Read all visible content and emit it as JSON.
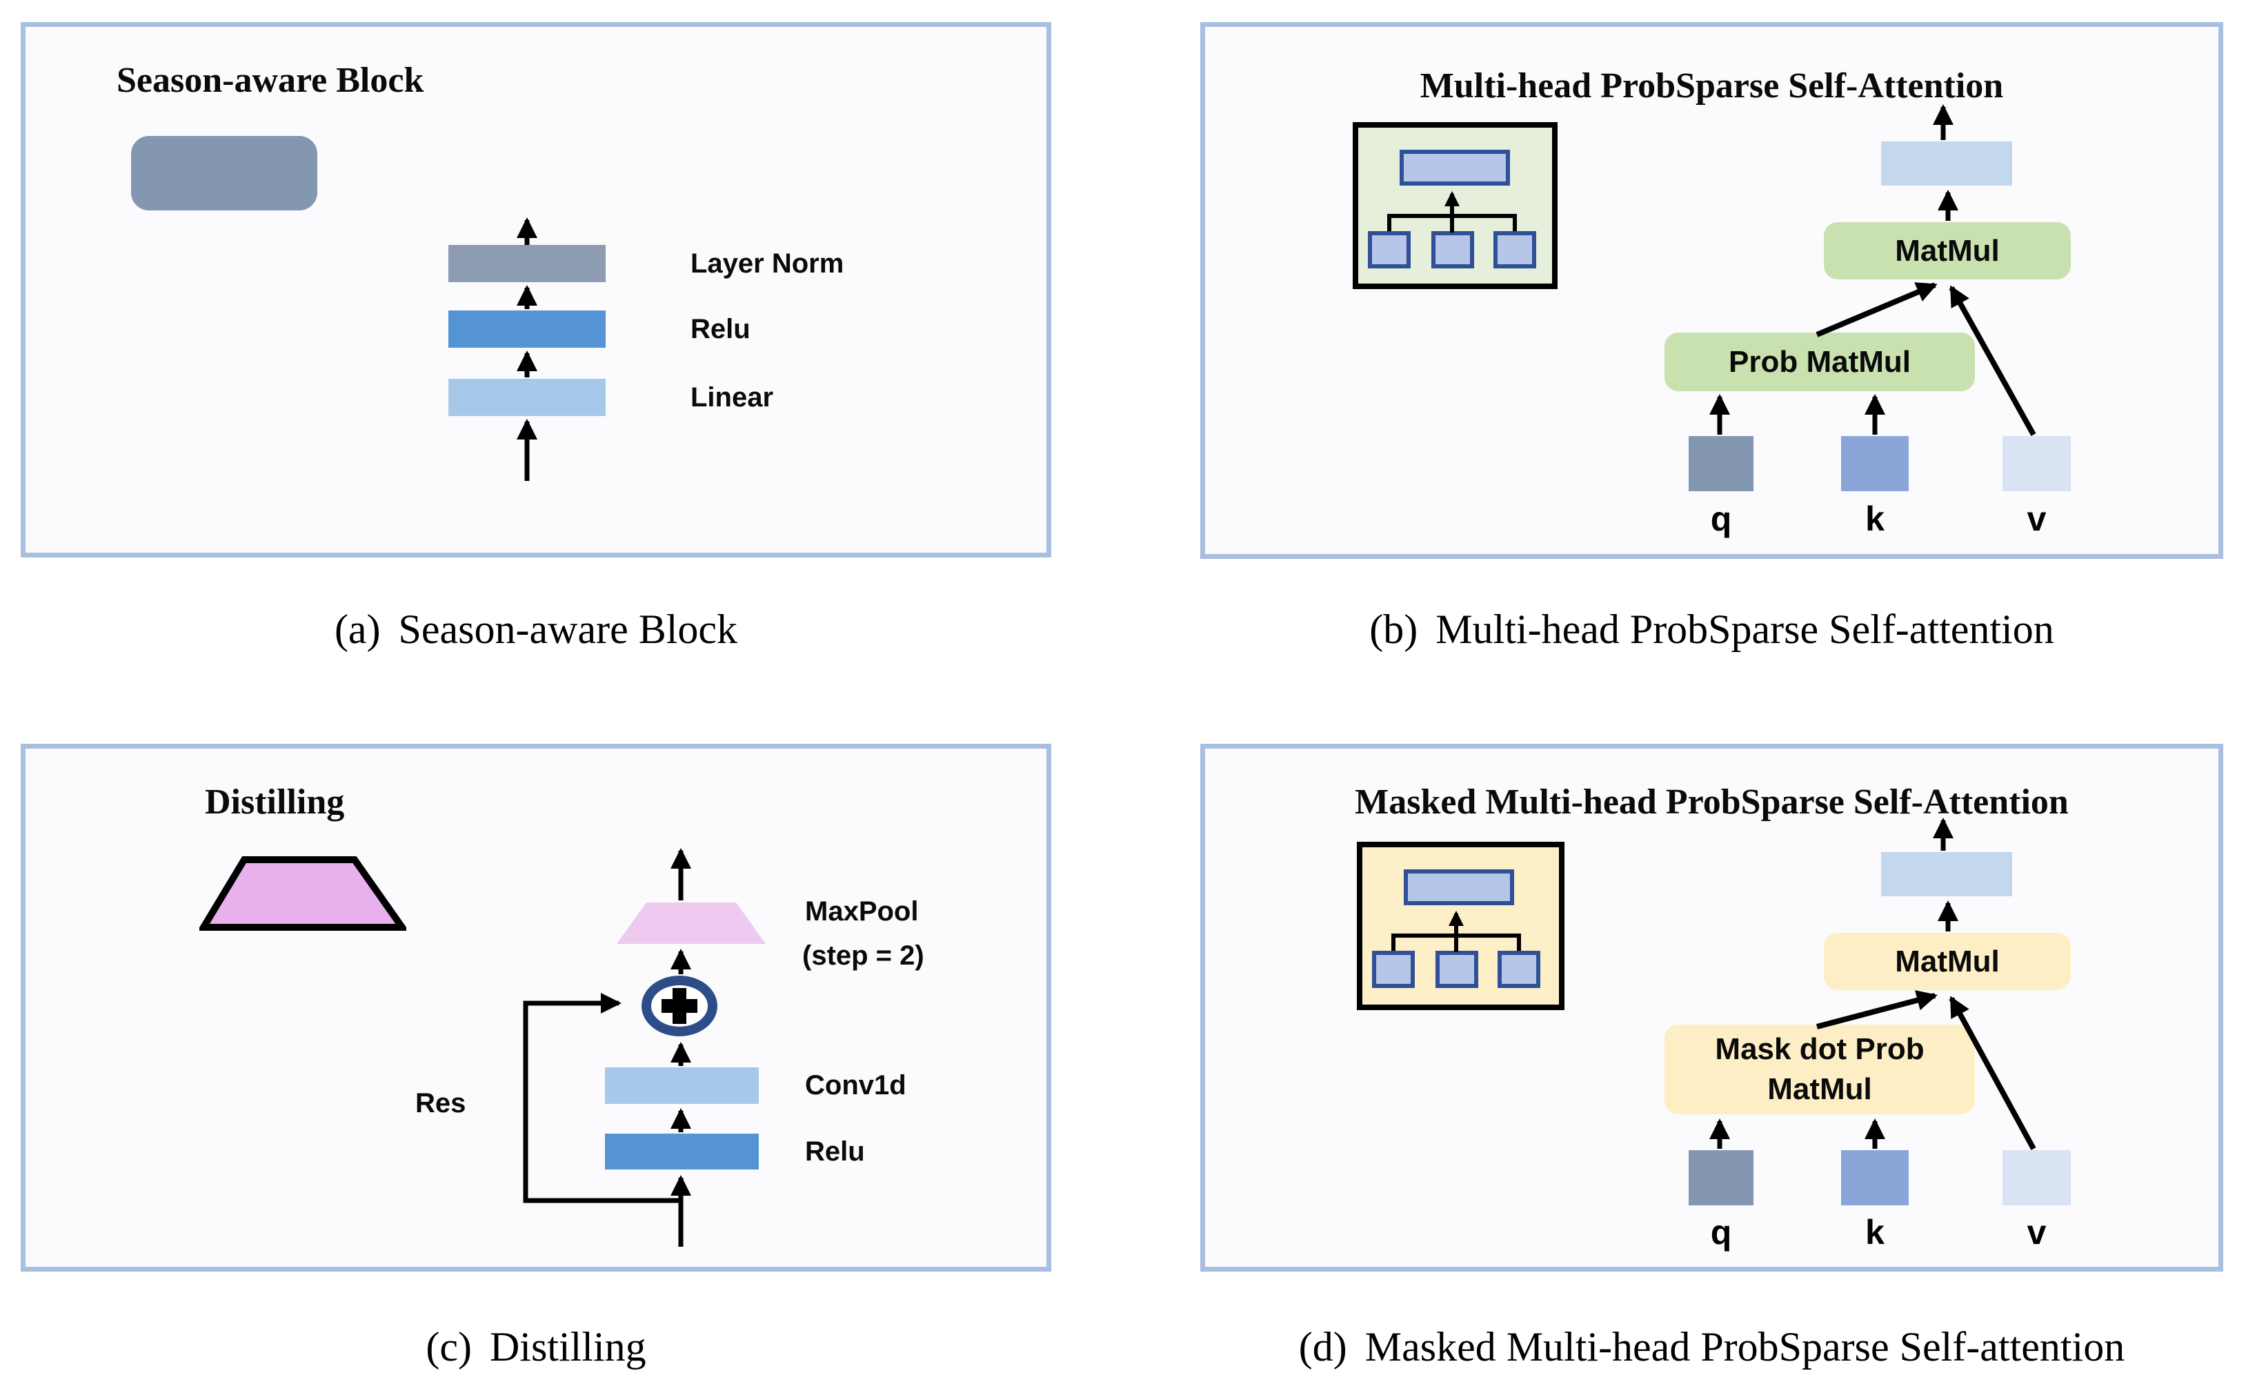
{
  "colors": {
    "panel_border": "#a9bfe0",
    "panel_bg": "#fbfbfd",
    "slate": "#8497b0",
    "layer_norm_gray": "#8d9cb0",
    "relu_blue": "#5494d4",
    "light_blue": "#a7c9e9",
    "output_blue": "#c3d7ed",
    "green_box": "#c9e1af",
    "green_icon_bg": "#e5efdb",
    "yellow_box": "#fdeec5",
    "yellow_icon_bg": "#fdf0c9",
    "head_fill": "#b6c6e9",
    "head_border": "#2f4f96",
    "k_blue": "#8ba5d9",
    "v_pale": "#dae3f4",
    "plum": "#e8b0ec",
    "plum_light": "#eec9f0",
    "ring_navy": "#2e4d87",
    "arrow_black": "#000000"
  },
  "captions": {
    "a_prefix": "(a)",
    "a_text": "Season-aware Block",
    "b_prefix": "(b)",
    "b_text": "Multi-head ProbSparse Self-attention",
    "c_prefix": "(c)",
    "c_text": "Distilling",
    "d_prefix": "(d)",
    "d_text": "Masked Multi-head ProbSparse Self-attention"
  },
  "panel_a": {
    "title": "Season-aware Block",
    "layer_norm": "Layer Norm",
    "relu": "Relu",
    "linear": "Linear"
  },
  "panel_b": {
    "title": "Multi-head ProbSparse Self-Attention",
    "matmul": "MatMul",
    "prob_matmul": "Prob MatMul",
    "q": "q",
    "k": "k",
    "v": "v"
  },
  "panel_c": {
    "title": "Distilling",
    "maxpool": "MaxPool",
    "maxpool_step": "(step = 2)",
    "conv1d": "Conv1d",
    "relu": "Relu",
    "res": "Res"
  },
  "panel_d": {
    "title": "Masked Multi-head ProbSparse Self-Attention",
    "matmul": "MatMul",
    "mask_line1": "Mask dot Prob",
    "mask_line2": "MatMul",
    "q": "q",
    "k": "k",
    "v": "v"
  }
}
